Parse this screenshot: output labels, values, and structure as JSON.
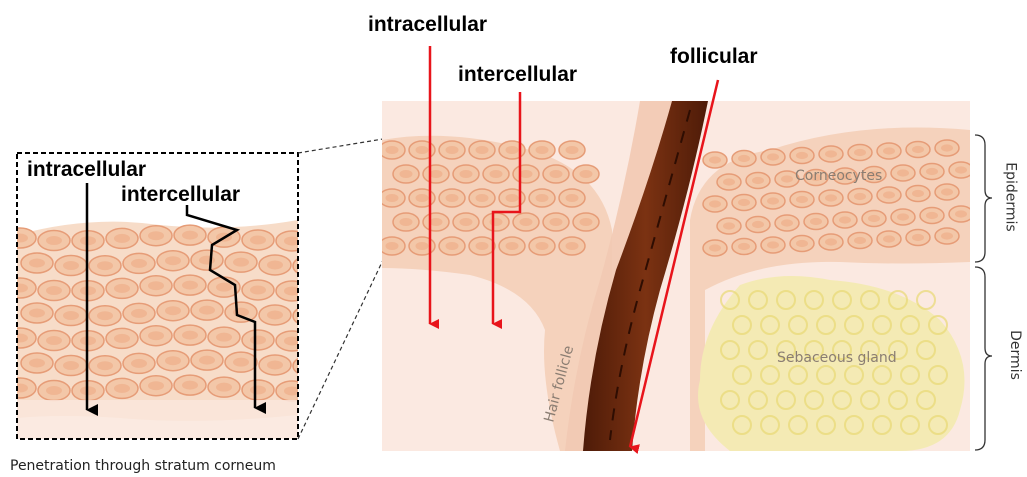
{
  "figure": {
    "inset": {
      "label_intracellular": "intracellular",
      "label_intercellular": "intercellular",
      "caption": "Penetration through stratum corneum"
    },
    "main": {
      "label_intracellular": "intracellular",
      "label_intercellular": "intercellular",
      "label_follicular": "follicular",
      "label_corneocytes": "Corneocytes",
      "label_sebaceous": "Sebaceous gland",
      "label_hair_follicle": "Hair follicle",
      "label_epidermis": "Epidermis",
      "label_dermis": "Dermis"
    },
    "colors": {
      "arrow_red": "#e8141b",
      "arrow_black": "#000000",
      "hair": "#6e2a10",
      "tissue": "#f6ddd0",
      "cell": "#efb28d",
      "gland": "#f4eab4"
    }
  }
}
